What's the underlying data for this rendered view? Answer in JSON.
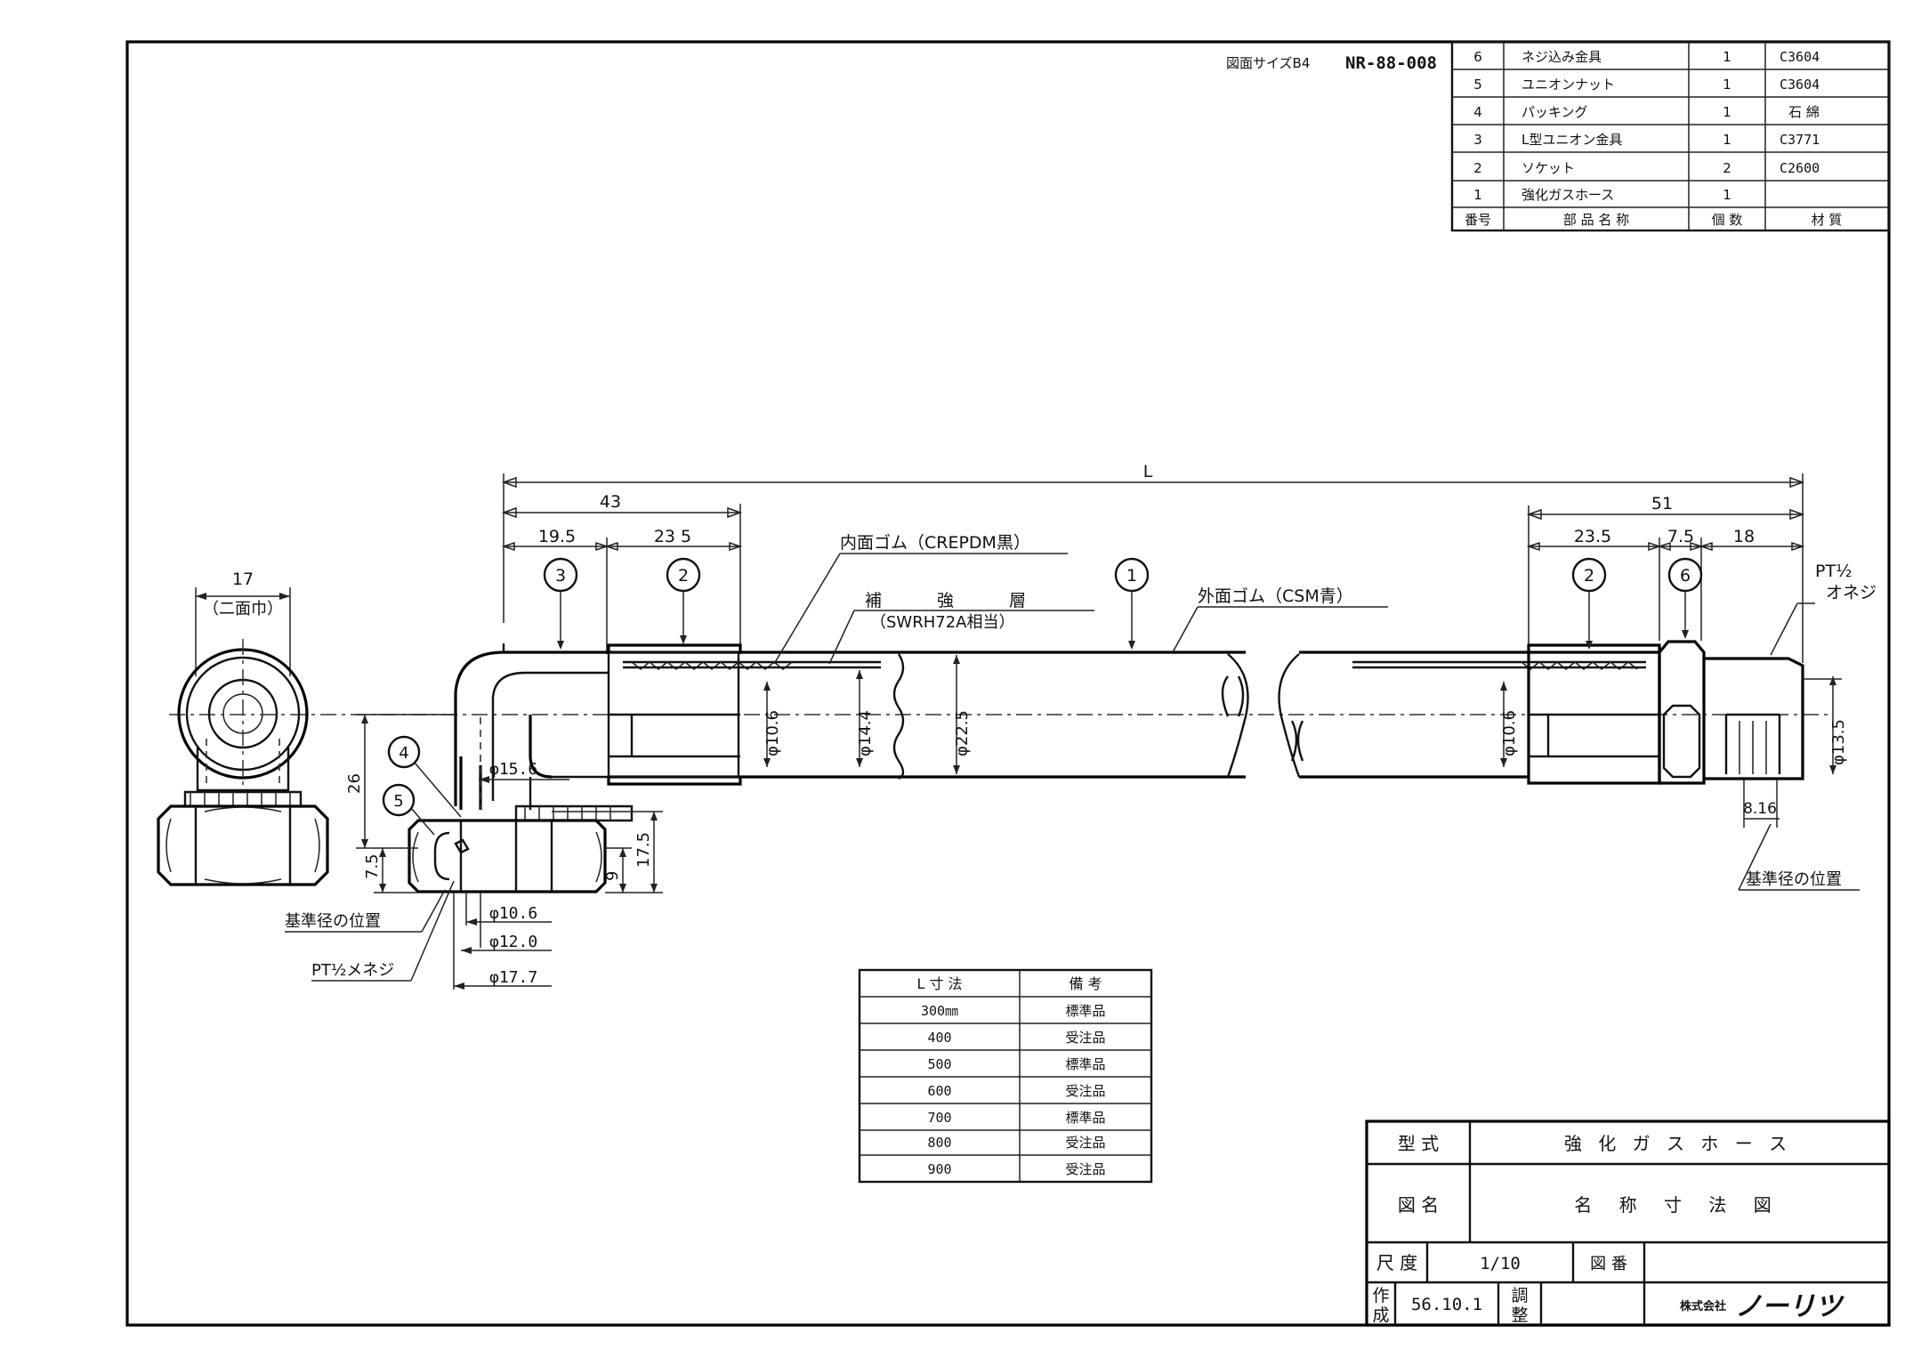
{
  "header": {
    "sheet_size": "図面サイズB4",
    "drawing_no": "NR-88-008"
  },
  "parts": {
    "headers": {
      "no": "番号",
      "name": "部 品 名 称",
      "qty": "個 数",
      "material": "材 質"
    },
    "rows": [
      {
        "no": "6",
        "name": "ネジ込み金具",
        "qty": "1",
        "material": "C3604"
      },
      {
        "no": "5",
        "name": "ユニオンナット",
        "qty": "1",
        "material": "C3604"
      },
      {
        "no": "4",
        "name": "パッキング",
        "qty": "1",
        "material": "石 綿"
      },
      {
        "no": "3",
        "name": "L型ユニオン金具",
        "qty": "1",
        "material": "C3771"
      },
      {
        "no": "2",
        "name": "ソケット",
        "qty": "2",
        "material": "C2600"
      },
      {
        "no": "1",
        "name": "強化ガスホース",
        "qty": "1",
        "material": ""
      }
    ]
  },
  "dims": {
    "L": "L",
    "d43": "43",
    "d19_5": "19.5",
    "d23_5_left": "23 5",
    "d51": "51",
    "d23_5_right": "23.5",
    "d7_5_right": "7.5",
    "d18": "18",
    "d17": "17",
    "nimen": "（二面巾）",
    "d26": "26",
    "d7_5_left": "7.5",
    "d17_5": "17.5",
    "d9": "9",
    "phi15_6": "φ15.6",
    "phi10_6_a": "φ10.6",
    "phi14_4": "φ14.4",
    "phi22_5": "φ22.5",
    "phi10_6_b": "φ10.6",
    "phi13_5": "φ13.5",
    "d8_16": "8.16",
    "phi10_6_c": "φ10.6",
    "phi12_0": "φ12.0",
    "phi17_7": "φ17.7"
  },
  "labels": {
    "inner_rubber": "内面ゴム（CREPDM黒）",
    "reinforce": "補 強 層",
    "reinforce_sub": "（SWRH72A相当）",
    "outer_rubber": "外面ゴム（CSM青）",
    "pt_male_1": "PT½",
    "pt_male_2": "オネジ",
    "ref_pos_right": "基準径の位置",
    "ref_pos_left": "基準径の位置",
    "pt_female": "PT½メネジ"
  },
  "balloons": [
    "1",
    "2",
    "3",
    "4",
    "5",
    "6"
  ],
  "length_table": {
    "headers": {
      "length": "L 寸 法",
      "remarks": "備 考"
    },
    "rows": [
      {
        "length": "300㎜",
        "remarks": "標準品"
      },
      {
        "length": "400",
        "remarks": "受注品"
      },
      {
        "length": "500",
        "remarks": "標準品"
      },
      {
        "length": "600",
        "remarks": "受注品"
      },
      {
        "length": "700",
        "remarks": "標準品"
      },
      {
        "length": "800",
        "remarks": "受注品"
      },
      {
        "length": "900",
        "remarks": "受注品"
      }
    ]
  },
  "title_block": {
    "model_label": "型 式",
    "model_value": "強 化 ガ ス ホ ー ス",
    "drawing_label": "図 名",
    "drawing_value": "名 称 寸 法 図",
    "scale_label": "尺 度",
    "scale_value": "1/10",
    "drawing_no_label": "図 番",
    "drawing_no_value": "",
    "made_label_1": "作",
    "made_label_2": "成",
    "made_value": "56.10.1",
    "adjust_label_1": "調",
    "adjust_label_2": "整",
    "company_prefix": "株式会社",
    "company_logo": "ノーリツ"
  }
}
